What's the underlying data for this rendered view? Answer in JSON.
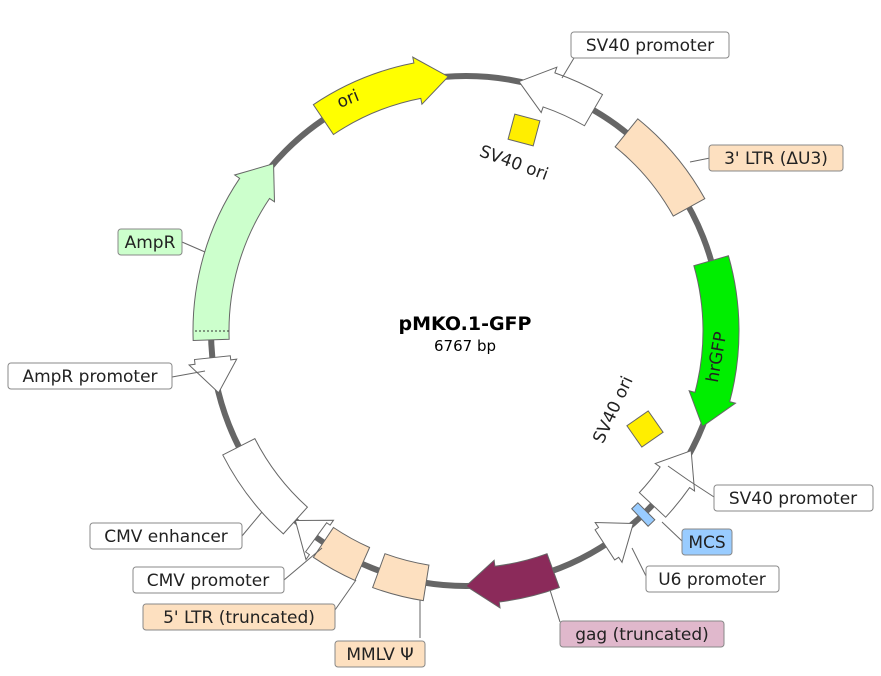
{
  "plasmid": {
    "name": "pMKO.1-GFP",
    "size": "6767 bp"
  },
  "colors": {
    "backbone": "#666666",
    "promoter": "#ffffff",
    "ltr": "#fde0c0",
    "ori": "#ffff00",
    "ampr": "#ccffcc",
    "hrgfp": "#00ee00",
    "gag": "#8b2a5a",
    "mcs": "#99ccff",
    "sv40ori": "#ffee00",
    "label_gag": "#e0b8cc",
    "label_mcs": "#99ccff"
  },
  "features": {
    "ori": "ori",
    "hrgfp": "hrGFP",
    "sv40_ori_top": "SV40 ori",
    "sv40_ori_bottom": "SV40 ori"
  },
  "labels": {
    "sv40_promoter_top": "SV40 promoter",
    "ltr3": "3' LTR (ΔU3)",
    "ampr": "AmpR",
    "ampr_promoter": "AmpR promoter",
    "sv40_promoter_right": "SV40 promoter",
    "mcs": "MCS",
    "cmv_enhancer": "CMV enhancer",
    "u6_promoter": "U6 promoter",
    "cmv_promoter": "CMV promoter",
    "ltr5": "5' LTR (truncated)",
    "gag": "gag (truncated)",
    "mmlv": "MMLV Ψ"
  }
}
